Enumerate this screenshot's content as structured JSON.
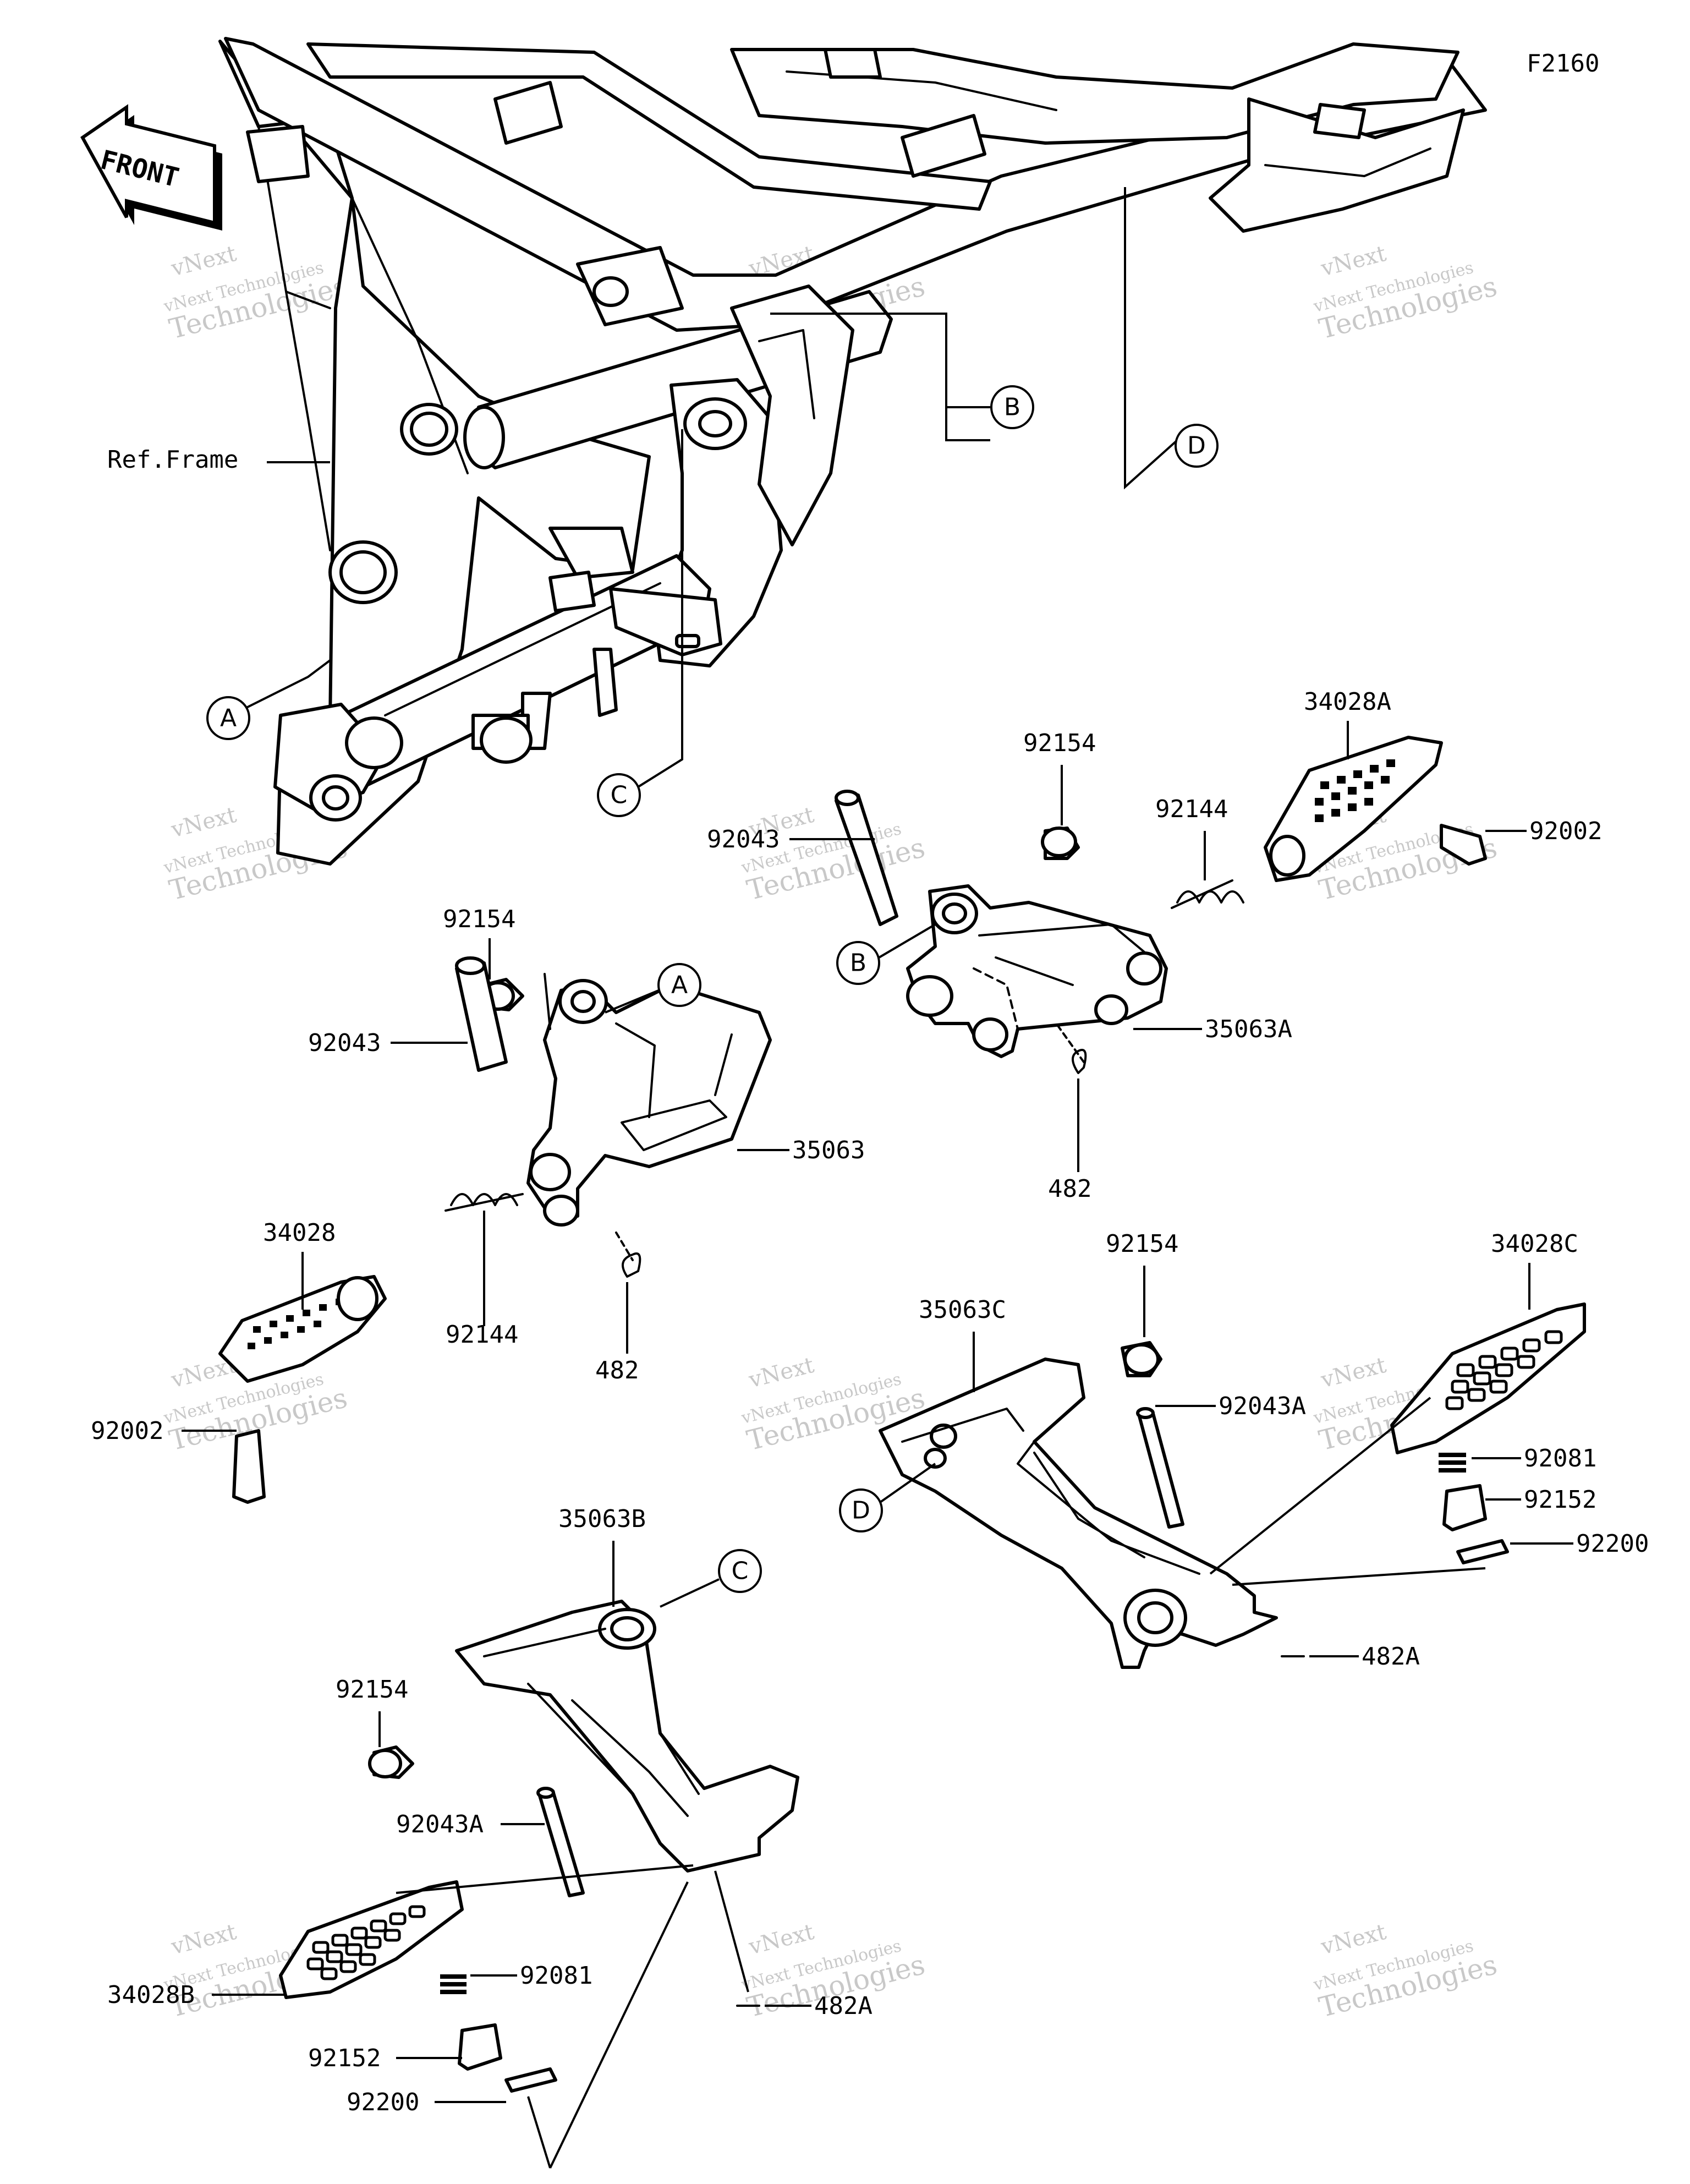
{
  "figure_code": "F2160",
  "front_label": "FRONT",
  "ref_frame_label": "Ref.Frame",
  "callouts": [
    "A",
    "B",
    "C",
    "D",
    "A",
    "B",
    "C",
    "D"
  ],
  "watermark": {
    "line1": "vNext",
    "line2": "vNext Technologies",
    "line3": "Technologies"
  },
  "parts": {
    "p92154_a": "92154",
    "p92043_a": "92043",
    "p92144_a": "92144",
    "p34028A": "34028A",
    "p92002_a": "92002",
    "p35063A": "35063A",
    "p482_a": "482",
    "p92154_b": "92154",
    "p92043_b": "92043",
    "p35063": "35063",
    "p34028": "34028",
    "p92144_b": "92144",
    "p482_b": "482",
    "p92002_b": "92002",
    "p92154_c": "92154",
    "p34028C": "34028C",
    "p35063C": "35063C",
    "p92043A_a": "92043A",
    "p92081_a": "92081",
    "p92152_a": "92152",
    "p92200_a": "92200",
    "p482A_a": "482A",
    "p35063B": "35063B",
    "p92154_d": "92154",
    "p92043A_b": "92043A",
    "p34028B": "34028B",
    "p92081_b": "92081",
    "p92152_b": "92152",
    "p92200_b": "92200",
    "p482A_b": "482A"
  }
}
